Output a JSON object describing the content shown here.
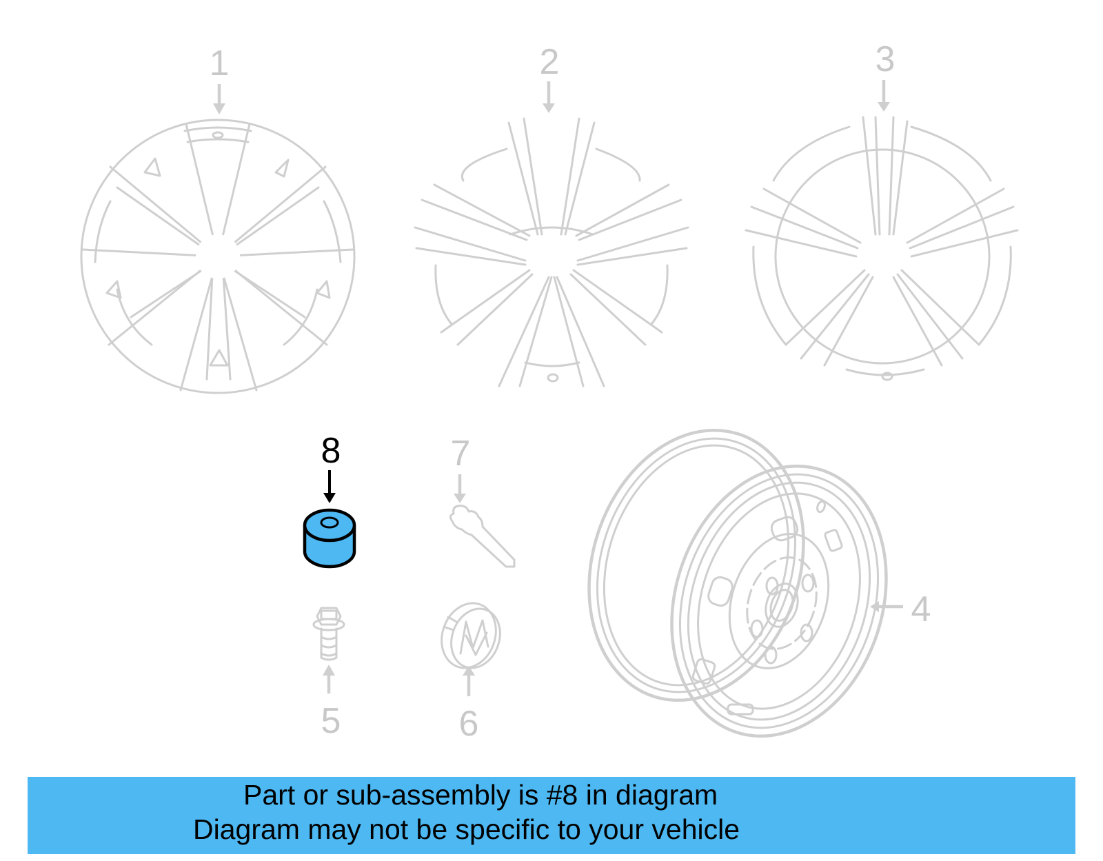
{
  "diagram": {
    "type": "parts-diagram",
    "subject": "Wheel and related parts",
    "highlighted_part": "8",
    "colors": {
      "highlight": "#4db8f2",
      "inactive_line": "#cfcfcf",
      "active_text": "#000000",
      "banner_bg": "#4db8f2"
    },
    "callouts": [
      {
        "id": "1",
        "label": "1",
        "part": "alloy-wheel-multi-spoke",
        "active": false
      },
      {
        "id": "2",
        "label": "2",
        "part": "alloy-wheel-twin-spoke",
        "active": false
      },
      {
        "id": "3",
        "label": "3",
        "part": "alloy-wheel-five-double-spoke",
        "active": false
      },
      {
        "id": "4",
        "label": "4",
        "part": "steel-spare-wheel",
        "active": false
      },
      {
        "id": "5",
        "label": "5",
        "part": "wheel-bolt",
        "active": false
      },
      {
        "id": "6",
        "label": "6",
        "part": "center-cap-emblem",
        "active": false
      },
      {
        "id": "7",
        "label": "7",
        "part": "valve-stem",
        "active": false
      },
      {
        "id": "8",
        "label": "8",
        "part": "cylindrical-bushing",
        "active": true
      }
    ]
  },
  "banner": {
    "line1": "Part or sub-assembly is #8 in diagram",
    "line2": "Diagram may not be specific to your vehicle"
  }
}
